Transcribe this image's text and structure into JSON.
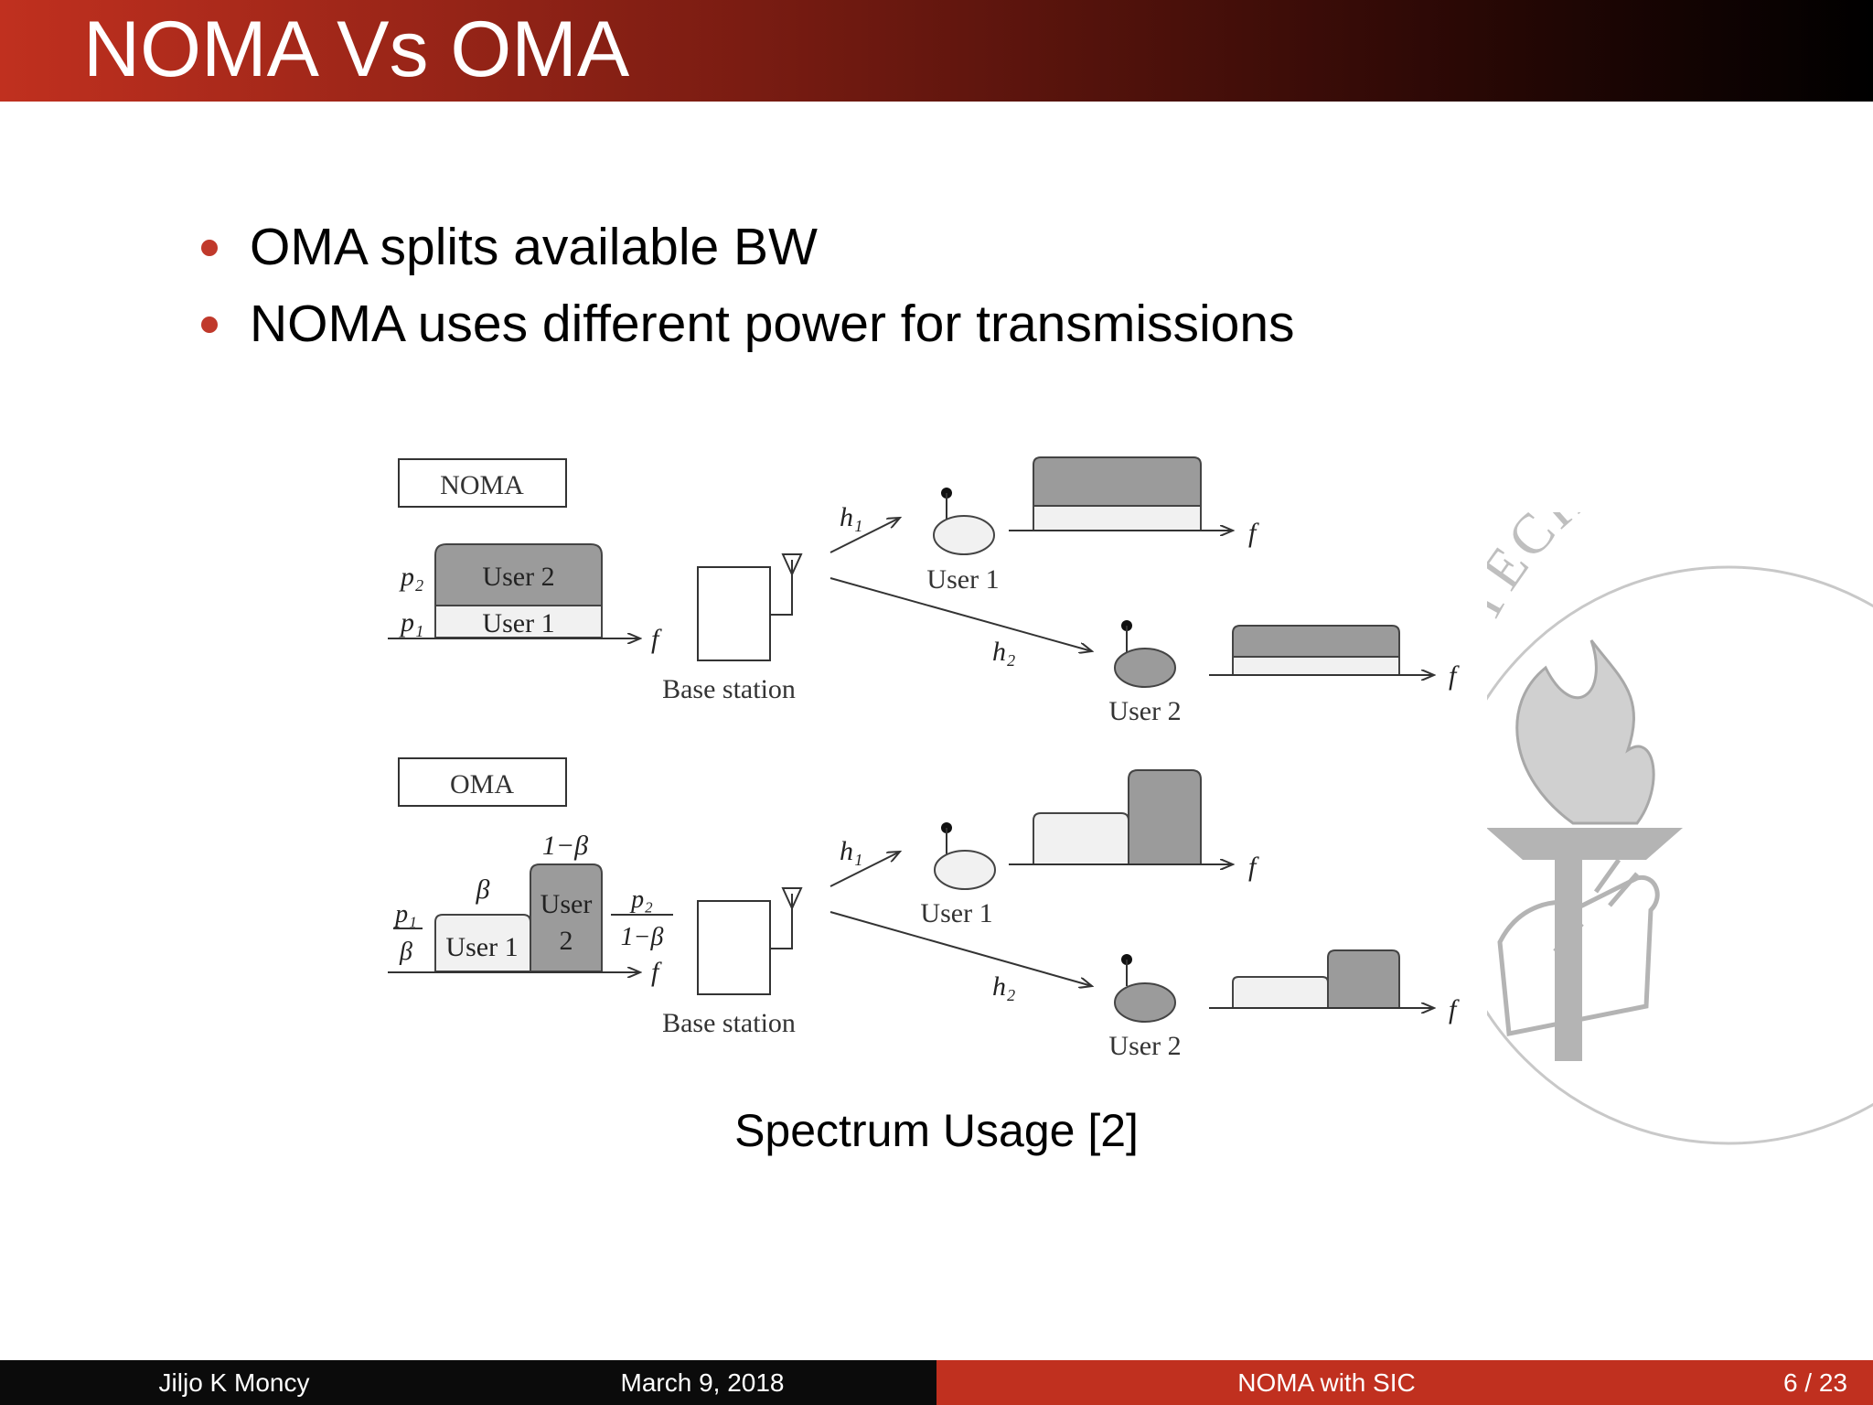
{
  "slide": {
    "title": "NOMA Vs OMA",
    "bullets": [
      "OMA splits available BW",
      "NOMA uses different power for transmissions"
    ],
    "caption": "Spectrum Usage [2]"
  },
  "diagram": {
    "noma": {
      "label": "NOMA",
      "p2": "p₂",
      "p1": "p₁",
      "user2_block": "User 2",
      "user1_block": "User 1",
      "f": "f",
      "base_station": "Base station",
      "h1": "h₁",
      "h2": "h₂",
      "user1": "User 1",
      "user2": "User 2"
    },
    "oma": {
      "label": "OMA",
      "one_minus_beta": "1−β",
      "beta": "β",
      "p1_num": "p₁",
      "p1_den": "β",
      "user1_block": "User 1",
      "user2_block_line1": "User",
      "user2_block_line2": "2",
      "p2_num": "p₂",
      "p2_den": "1−β",
      "f": "f",
      "base_station": "Base station",
      "h1": "h₁",
      "h2": "h₂",
      "user1": "User 1",
      "user2": "User 2"
    },
    "seal_text": "ITUTE OF TECHNOLOGY"
  },
  "footer": {
    "author": "Jiljo K Moncy",
    "date": "March 9, 2018",
    "talk_title": "NOMA with SIC",
    "page": "6 / 23"
  },
  "colors": {
    "accent": "#c0301f",
    "block_dark": "#9b9b9b",
    "block_light": "#f1f1f1"
  }
}
